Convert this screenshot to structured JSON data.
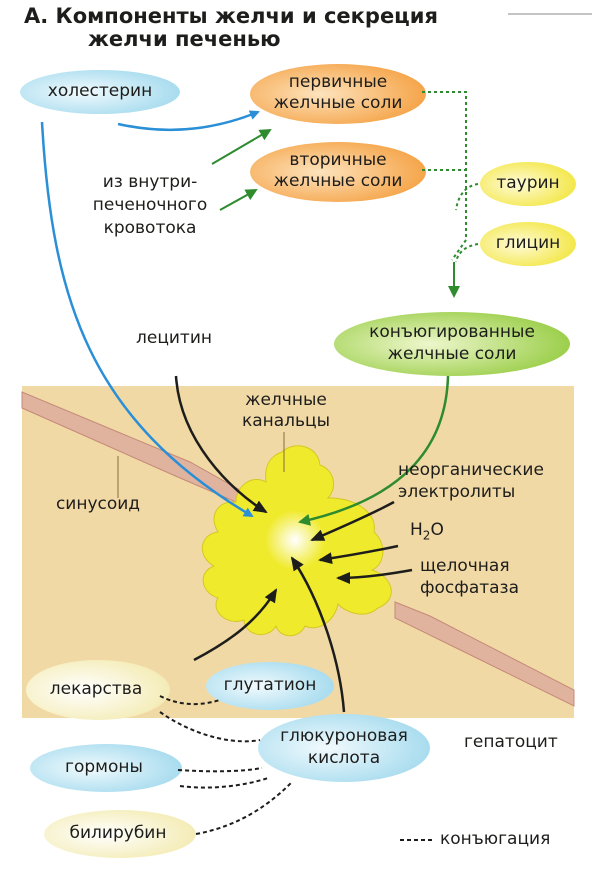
{
  "title": {
    "prefix": "А.",
    "line1": "Компоненты желчи и секреция",
    "line2": "желчи печенью"
  },
  "labels": {
    "cholesterol": "холестерин",
    "primary_salts_1": "первичные",
    "primary_salts_2": "желчные соли",
    "secondary_salts_1": "вторичные",
    "secondary_salts_2": "желчные соли",
    "from_hepatic_1": "из внутри-",
    "from_hepatic_2": "печеночного",
    "from_hepatic_3": "кровотока",
    "taurine": "таурин",
    "glycine": "глицин",
    "conjugated_1": "конъюгированные",
    "conjugated_2": "желчные соли",
    "lecithin": "лецитин",
    "canaliculi_1": "желчные",
    "canaliculi_2": "канальцы",
    "sinusoid": "синусоид",
    "electrolytes_1": "неорганические",
    "electrolytes_2": "электролиты",
    "water_main": "H",
    "water_sub": "2",
    "water_end": "O",
    "phosphatase_1": "щелочная",
    "phosphatase_2": "фосфатаза",
    "drugs": "лекарства",
    "glutathione": "глутатион",
    "glucuronic_1": "глюкуроновая",
    "glucuronic_2": "кислота",
    "hepatocyte": "гепатоцит",
    "hormones": "гормоны",
    "bilirubin": "билирубин",
    "legend": "конъюгация"
  },
  "colors": {
    "tissue": "#f1d9a6",
    "sinusoid_wall": "#d9a392",
    "canaliculus": "#f0ea2c",
    "orange_bubble": "#f7b25f",
    "yellow_bubble": "#f7ef6e",
    "green_bubble": "#a9d65e",
    "blue_bubble": "#bfe6f4",
    "pale_bubble": "#f7f1c3",
    "blue_arrow": "#2a8fd6",
    "green_arrow": "#2e8b2e",
    "black_arrow": "#1d1d1b"
  }
}
